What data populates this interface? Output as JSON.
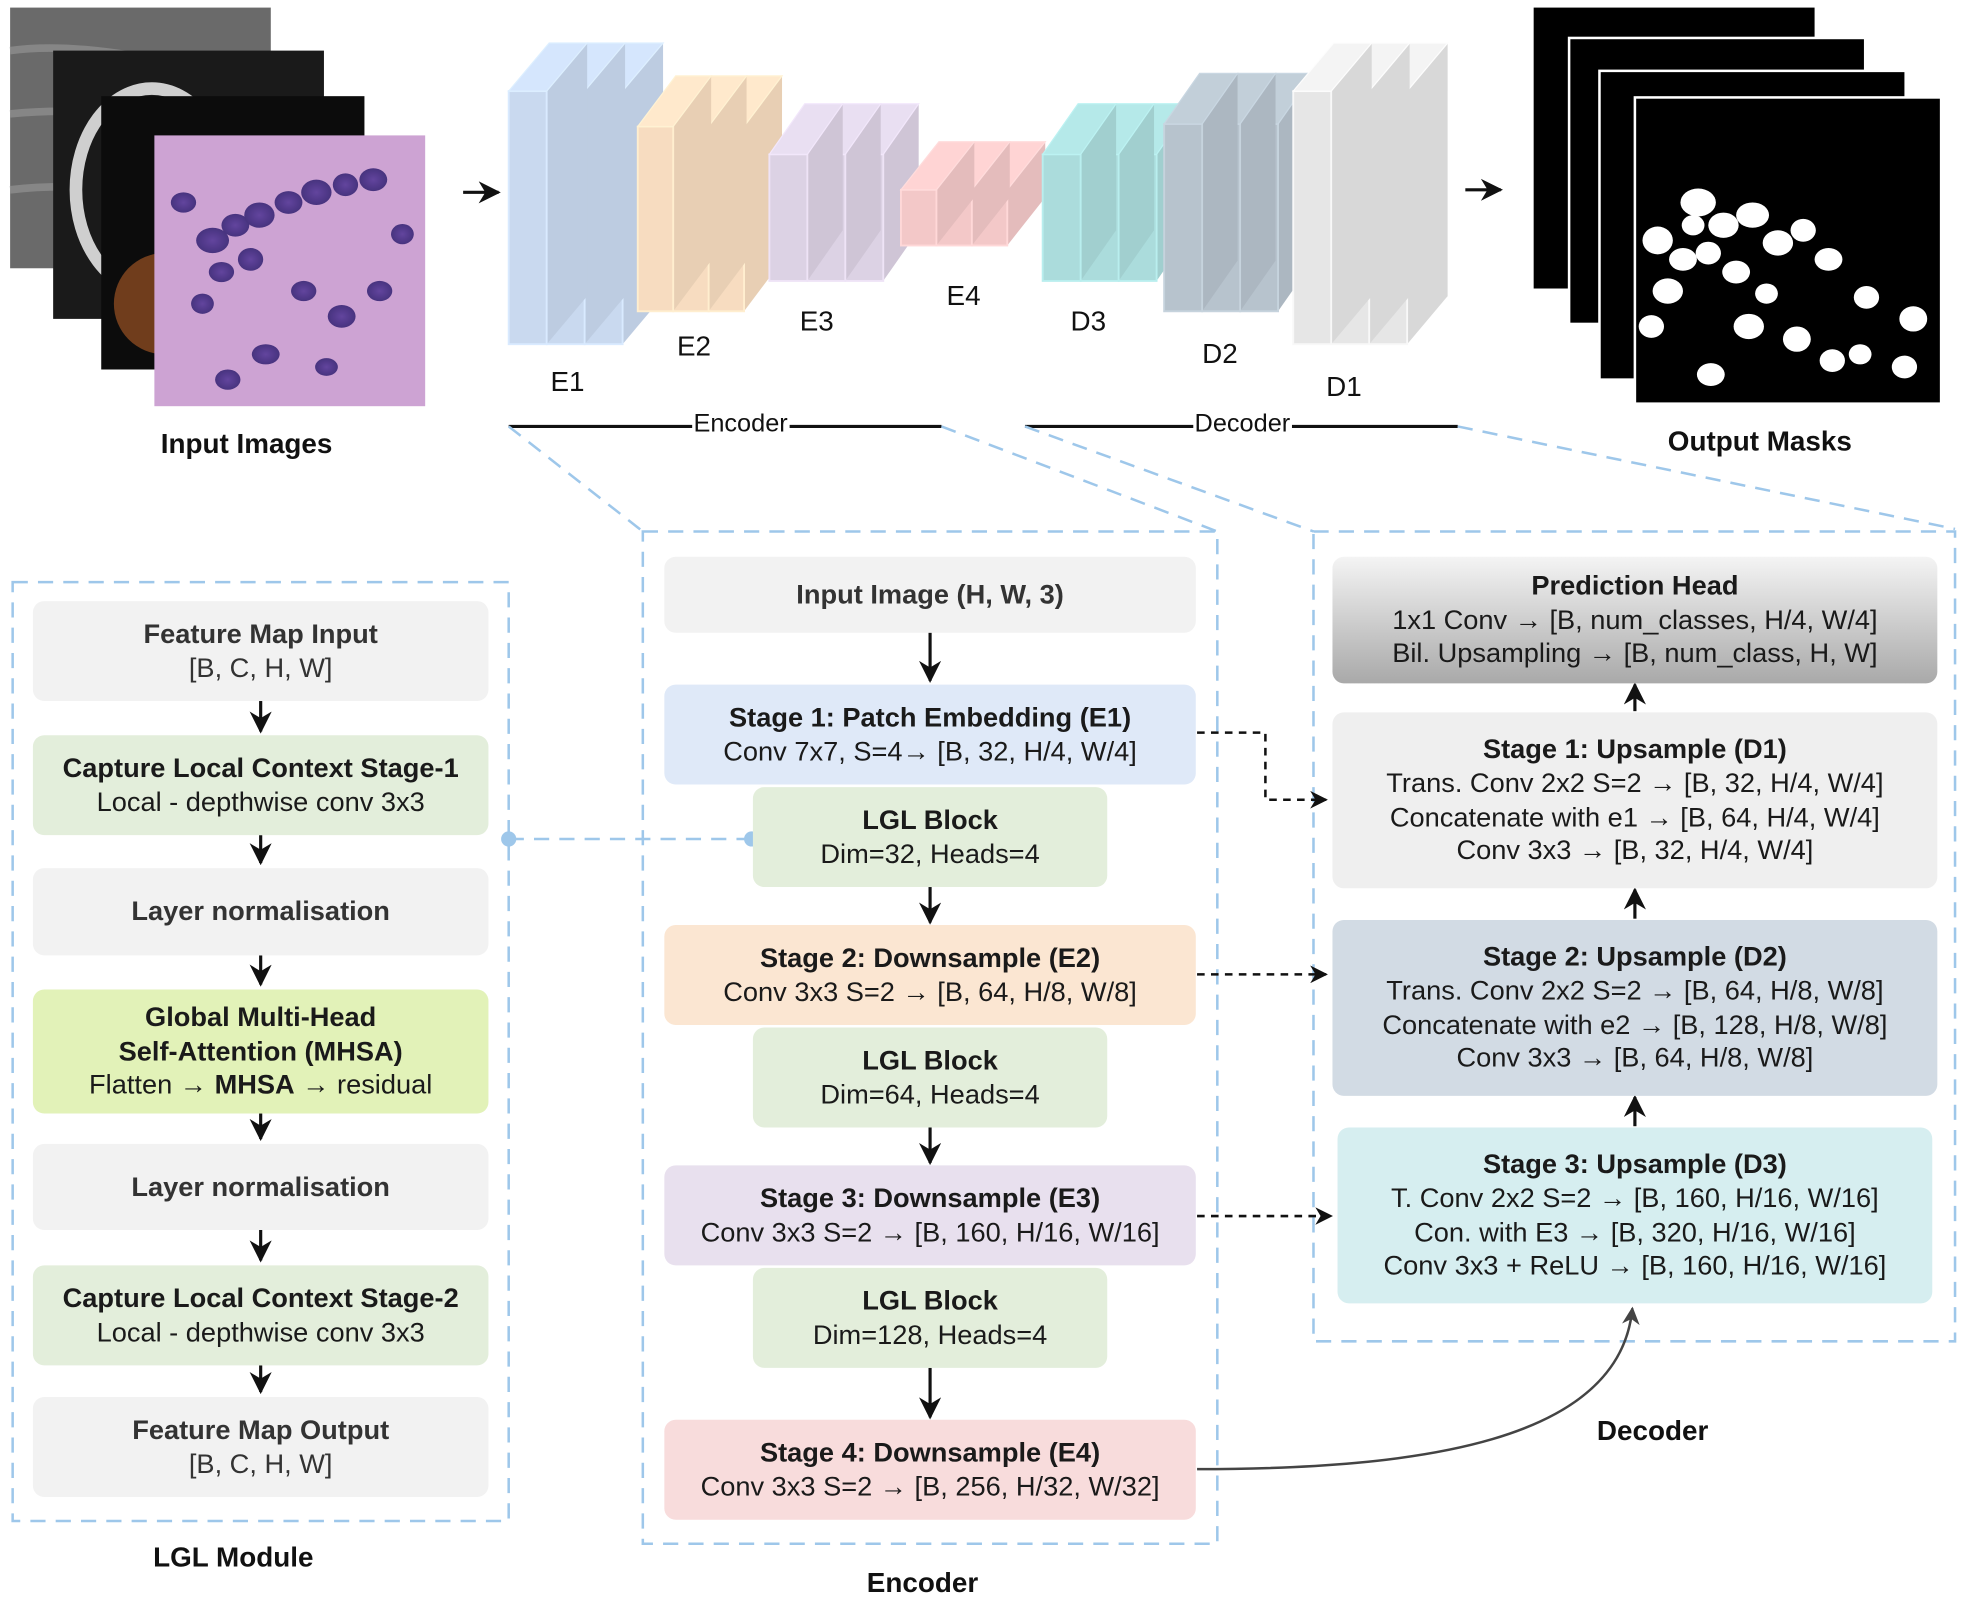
{
  "top": {
    "input_label": "Input Images",
    "output_label": "Output Masks",
    "encoder_bar_label": "Encoder",
    "decoder_bar_label": "Decoder",
    "blocks": [
      "E1",
      "E2",
      "E3",
      "E4",
      "D3",
      "D2",
      "D1"
    ],
    "colors": {
      "E1": "#c9d9ef",
      "E2": "#f7dcc0",
      "E3": "#dcd2e4",
      "E4": "#f3c8c8",
      "D3": "#abdcdc",
      "D2": "#b7c3cd",
      "D1": "#e6e6e6"
    }
  },
  "lgl": {
    "caption": "LGL Module",
    "boxes": [
      {
        "title": "Feature Map Input",
        "line1": "[B, C, H, W]",
        "line2": ""
      },
      {
        "title": "Capture Local Context Stage-1",
        "line1": "Local - depthwise conv 3x3",
        "line2": ""
      },
      {
        "title": "Layer normalisation",
        "line1": "",
        "line2": ""
      },
      {
        "title": "Global Multi-Head",
        "line1": "Self-Attention (MHSA)",
        "line2": ""
      },
      {
        "title": "Layer normalisation",
        "line1": "",
        "line2": ""
      },
      {
        "title": "Capture Local Context Stage-2",
        "line1": "Local - depthwise conv 3x3",
        "line2": ""
      },
      {
        "title": "Feature Map Output",
        "line1": "[B, C, H, W]",
        "line2": ""
      }
    ],
    "mhsa_line": {
      "pre": "Flatten →",
      "bold": "MHSA",
      "post": "→ residual"
    }
  },
  "encoder": {
    "caption": "Encoder",
    "input": "Input Image (H, W, 3)",
    "stages": [
      {
        "title": "Stage 1: Patch Embedding (E1)",
        "detail": "Conv 7x7, S=4→ [B, 32, H/4, W/4]"
      },
      {
        "title": "Stage 2: Downsample (E2)",
        "detail": "Conv 3x3 S=2 → [B, 64, H/8, W/8]"
      },
      {
        "title": "Stage 3: Downsample (E3)",
        "detail": "Conv 3x3 S=2 → [B, 160, H/16, W/16]"
      },
      {
        "title": "Stage 4: Downsample (E4)",
        "detail": "Conv 3x3 S=2 → [B, 256, H/32, W/32]"
      }
    ],
    "lgl_blocks": [
      {
        "title": "LGL Block",
        "detail": "Dim=32, Heads=4"
      },
      {
        "title": "LGL Block",
        "detail": "Dim=64, Heads=4"
      },
      {
        "title": "LGL Block",
        "detail": "Dim=128, Heads=4"
      }
    ]
  },
  "decoder": {
    "caption": "Decoder",
    "head": {
      "title": "Prediction Head",
      "line1": "1x1 Conv → [B, num_classes, H/4, W/4]",
      "line2": "Bil. Upsampling → [B, num_class, H, W]"
    },
    "stages": [
      {
        "title": "Stage 1: Upsample (D1)",
        "line1": "Trans. Conv 2x2 S=2 → [B, 32, H/4, W/4]",
        "line2": "Concatenate with e1 → [B, 64, H/4, W/4]",
        "line3": "Conv 3x3 → [B, 32, H/4, W/4]"
      },
      {
        "title": "Stage 2: Upsample (D2)",
        "line1": "Trans. Conv 2x2 S=2 → [B, 64, H/8, W/8]",
        "line2": "Concatenate with e2 → [B, 128, H/8, W/8]",
        "line3": "Conv 3x3 → [B, 64, H/8, W/8]"
      },
      {
        "title": "Stage 3: Upsample (D3)",
        "line1": "T. Conv 2x2 S=2 → [B, 160, H/16, W/16]",
        "line2": "Con. with E3 → [B, 320, H/16, W/16]",
        "line3": "Conv 3x3 + ReLU → [B, 160, H/16, W/16]"
      }
    ]
  }
}
